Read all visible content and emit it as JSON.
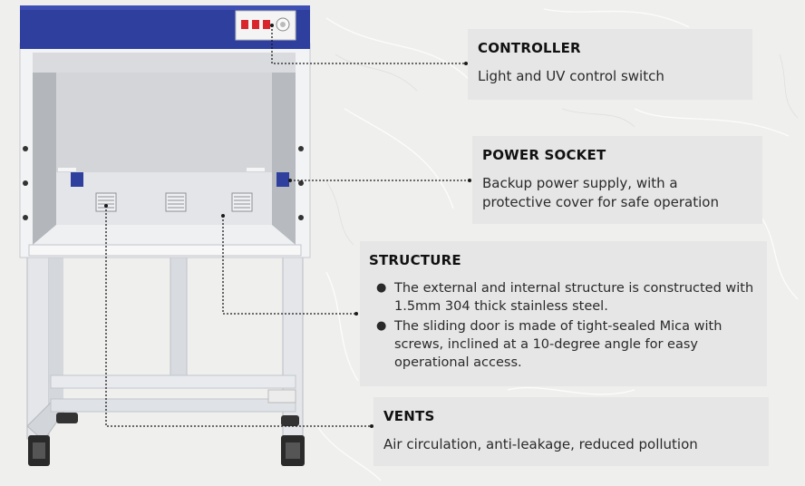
{
  "sections": {
    "controller": {
      "title": "CONTROLLER",
      "text": "Light and UV control switch"
    },
    "power_socket": {
      "title": "POWER SOCKET",
      "line1": "Backup power supply, with a",
      "line2": "protective cover for safe operation"
    },
    "structure": {
      "title": "STRUCTURE",
      "bullets": [
        "The external and internal structure is constructed with 1.5mm 304 thick stainless steel.",
        "The sliding door is made of tight-sealed Mica with screws, inclined at a 10-degree angle for easy operational access."
      ]
    },
    "vents": {
      "title": "VENTS",
      "text": "Air circulation, anti-leakage, reduced pollution"
    }
  },
  "icons": {
    "bullet": "disc-bullet-icon"
  },
  "colors": {
    "cabinet_top": "#2f3f9e",
    "card_background": "#e6e6e6",
    "indicator_red": "#d8262c"
  }
}
